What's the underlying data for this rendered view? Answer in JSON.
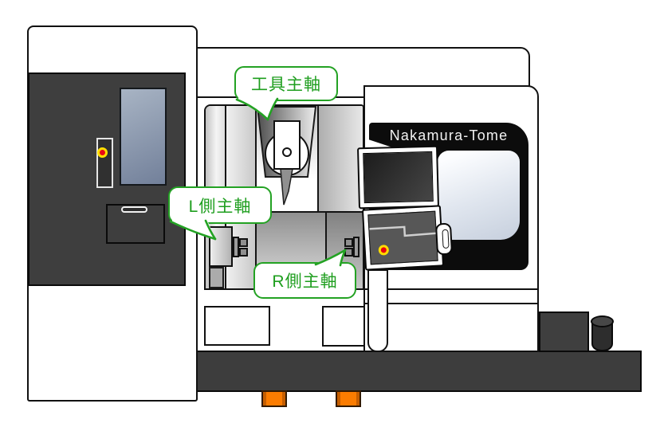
{
  "callouts": {
    "tool_spindle": "工具主軸",
    "left_spindle": "L側主軸",
    "right_spindle": "R側主軸"
  },
  "brand": {
    "name": "Nakamura-Tome"
  },
  "colors": {
    "callout_green": "#23a223",
    "callout_text_green": "#1e9e1e",
    "cabinet_dark": "#3e3e3e",
    "base_dark": "#3d3d3d",
    "foot_orange": "#fb7c00",
    "emergency_button_red": "#e8000f",
    "emergency_ring_yellow": "#ffdc00",
    "operator_screen_blue_gray": "#8d9aae",
    "viewport_tint": "#d9e0ea"
  }
}
